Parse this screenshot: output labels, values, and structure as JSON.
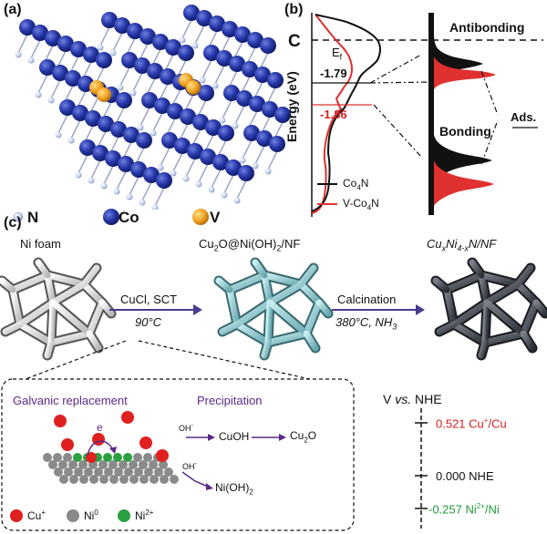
{
  "panel_a": {
    "label": "(a)",
    "legend": [
      {
        "symbol": "N",
        "color": "#b8c8e8",
        "text": "N"
      },
      {
        "symbol": "Co",
        "color": "#2536a8",
        "text": "Co"
      },
      {
        "symbol": "V",
        "color": "#f0a020",
        "text": "V"
      }
    ]
  },
  "panel_b": {
    "label": "(b)",
    "c_label": "C",
    "ef_label": "E",
    "ef_sub": "f",
    "yaxis": "Energy (eV)",
    "value_black": "-1.79",
    "value_red": "-1.86",
    "antibonding": "Antibonding",
    "bonding": "Bonding",
    "ads": "Ads.",
    "legend": [
      {
        "name": "Co4N",
        "base": "Co",
        "sub": "4",
        "tail": "N",
        "color": "#111111"
      },
      {
        "name": "V-Co4N",
        "base": "V-Co",
        "sub": "4",
        "tail": "N",
        "color": "#e03030"
      }
    ]
  },
  "panel_c": {
    "label": "(c)",
    "ni_foam": "Ni foam",
    "middle_title": "Cu2O@Ni(OH)2/NF",
    "right_title": "CuxNi4-xN/NF",
    "step1_top": "CuCl, SCT",
    "step1_bottom": "90°C",
    "step2_top": "Calcination",
    "step2_bottom": "380°C, NH3",
    "galvanic": "Galvanic replacement",
    "precipitation": "Precipitation",
    "electron": "e",
    "oh1": "OH-",
    "oh2": "OH-",
    "cuoh": "CuOH",
    "cu2o": "Cu2O",
    "nioh2": "Ni(OH)2",
    "legend": [
      {
        "name": "Cu+",
        "color": "#e02020"
      },
      {
        "name": "Ni0",
        "color": "#8a8a8a"
      },
      {
        "name": "Ni2+",
        "color": "#2aa040"
      }
    ],
    "scale_title": "V vs. NHE",
    "potentials": [
      {
        "value": "0.521",
        "couple": "Cu+/Cu",
        "color": "#e03030"
      },
      {
        "value": "0.000",
        "couple": "NHE",
        "color": "#111111"
      },
      {
        "value": "-0.257",
        "couple": "Ni2+/Ni",
        "color": "#1f9a3a"
      }
    ]
  }
}
